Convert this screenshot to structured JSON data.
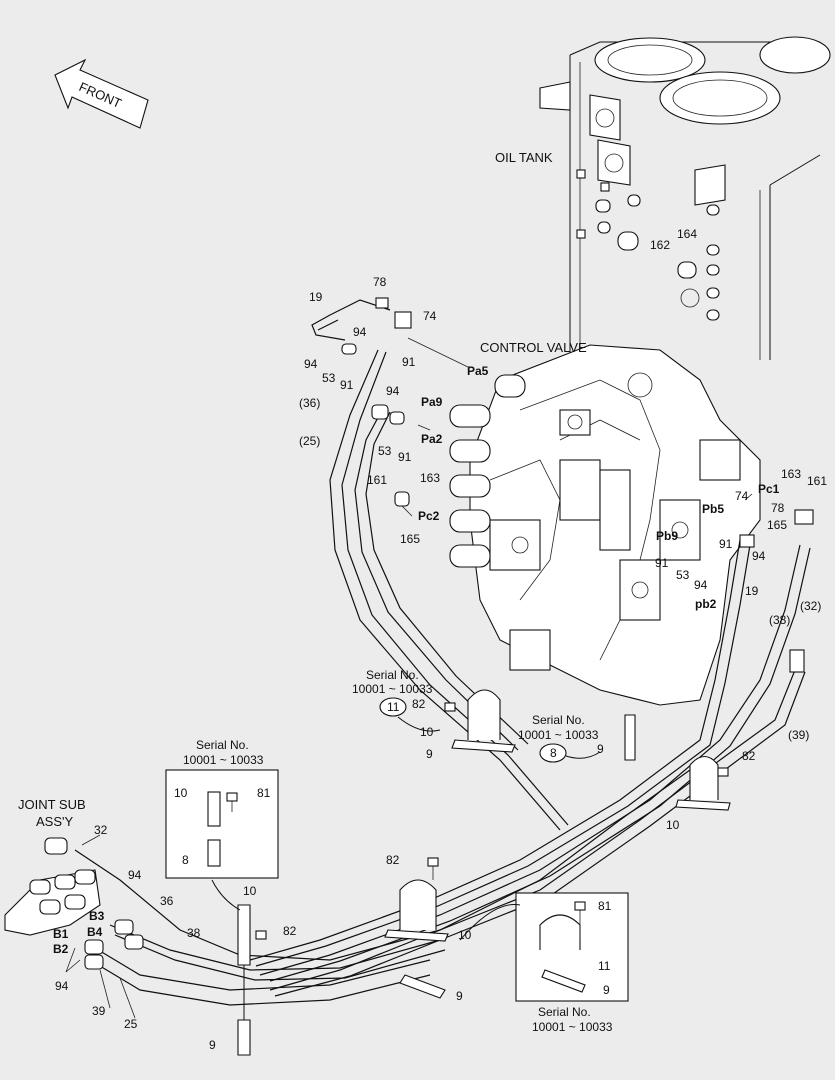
{
  "labels": {
    "front": "FRONT",
    "oil_tank": "OIL TANK",
    "control_valve": "CONTROL VALVE",
    "joint_sub_line1": "JOINT SUB",
    "joint_sub_line2": "ASS'Y",
    "serial_no": "Serial No.",
    "serial_range": "10001 ~ 10033"
  },
  "callouts": {
    "n19": "19",
    "n19b": "19",
    "n25": "25",
    "n36": "36",
    "n38": "38",
    "n39": "39",
    "n32": "32",
    "p36": "(36)",
    "p25": "(25)",
    "p32": "(32)",
    "p38": "(38)",
    "p39": "(39)",
    "n53": "53",
    "n53b": "53",
    "n53c": "53",
    "n74": "74",
    "n74b": "74",
    "n78": "78",
    "n78b": "78",
    "n81": "81",
    "n81b": "81",
    "n82": "82",
    "n82b": "82",
    "n82c": "82",
    "n82d": "82",
    "n8": "8",
    "n8c": "8",
    "n9": "9",
    "n9b": "9",
    "n9c": "9",
    "n9d": "9",
    "n9e": "9",
    "n10": "10",
    "n10b": "10",
    "n10c": "10",
    "n10d": "10",
    "n10e": "10",
    "n11": "11",
    "n11c": "11",
    "n91": "91",
    "n91b": "91",
    "n91c": "91",
    "n91d": "91",
    "n91e": "91",
    "n94": "94",
    "n94b": "94",
    "n94c": "94",
    "n94d": "94",
    "n94e": "94",
    "n94f": "94",
    "n94g": "94",
    "n161": "161",
    "n161b": "161",
    "n162": "162",
    "n163": "163",
    "n163b": "163",
    "n164": "164",
    "n165": "165",
    "n165b": "165"
  },
  "ports": {
    "pa5": "Pa5",
    "pa9": "Pa9",
    "pa2": "Pa2",
    "pc2": "Pc2",
    "pc1": "Pc1",
    "pb5": "Pb5",
    "pb9": "Pb9",
    "pb2": "pb2",
    "b1": "B1",
    "b2": "B2",
    "b3": "B3",
    "b4": "B4"
  }
}
